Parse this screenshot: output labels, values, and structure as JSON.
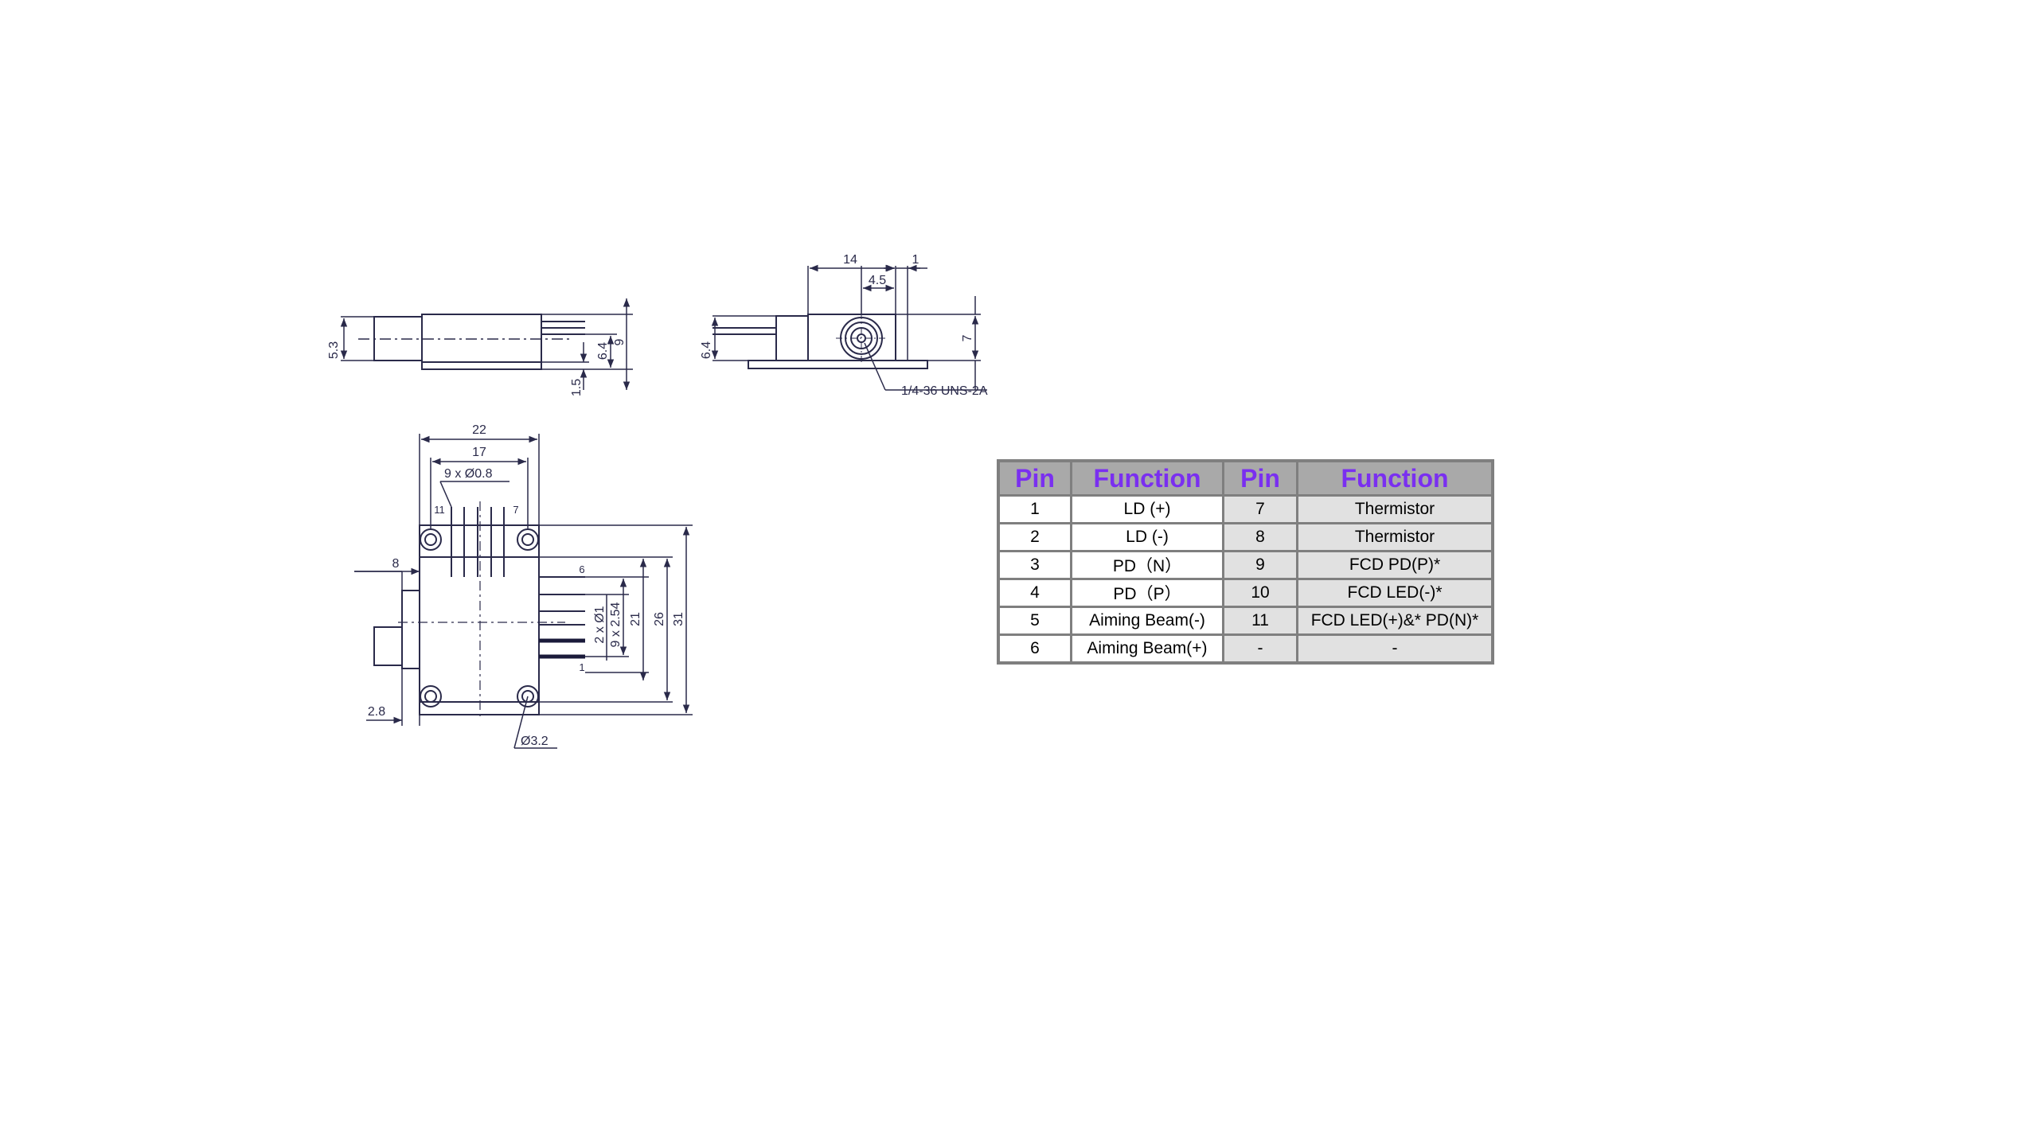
{
  "drawing": {
    "side_view": {
      "dims": [
        "5.3",
        "6.4",
        "9",
        "1.5"
      ]
    },
    "end_view": {
      "dims": [
        "14",
        "1",
        "4.5",
        "6.4",
        "7"
      ],
      "thread_callout": "1/4-36 UNS-2A"
    },
    "top_view": {
      "dims": [
        "22",
        "17",
        "9 x Ø0.8",
        "11",
        "7",
        "8",
        "6",
        "1",
        "2 x Ø1",
        "9 x 2.54",
        "21",
        "26",
        "31",
        "2.8",
        "Ø3.2"
      ]
    }
  },
  "pin_table": {
    "headers": [
      "Pin",
      "Function",
      "Pin",
      "Function"
    ],
    "rows": [
      [
        "1",
        "LD (+)",
        "7",
        "Thermistor"
      ],
      [
        "2",
        "LD (-)",
        "8",
        "Thermistor"
      ],
      [
        "3",
        "PD（N）",
        "9",
        "FCD PD(P)*"
      ],
      [
        "4",
        "PD（P）",
        "10",
        "FCD LED(-)*"
      ],
      [
        "5",
        "Aiming Beam(-)",
        "11",
        "FCD LED(+)&* PD(N)*"
      ],
      [
        "6",
        "Aiming Beam(+)",
        "-",
        "-"
      ]
    ]
  }
}
